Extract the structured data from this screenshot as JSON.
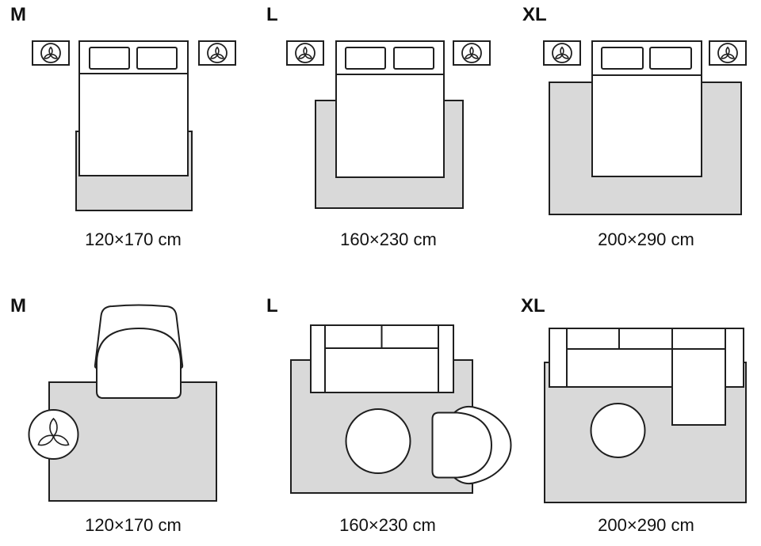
{
  "diagram": {
    "type": "rug-size-guide",
    "rows": [
      {
        "name": "bedroom",
        "scene": "bed with two nightstands on rug"
      },
      {
        "name": "living-room",
        "scene": "sofa, armchair, pouf and plant on rug"
      }
    ]
  },
  "panels": [
    {
      "id": "bedroom-m",
      "row": "bedroom",
      "label": "M",
      "size": "120×170 cm"
    },
    {
      "id": "bedroom-l",
      "row": "bedroom",
      "label": "L",
      "size": "160×230 cm"
    },
    {
      "id": "bedroom-xl",
      "row": "bedroom",
      "label": "XL",
      "size": "200×290 cm"
    },
    {
      "id": "living-m",
      "row": "living-room",
      "label": "M",
      "size": "120×170 cm"
    },
    {
      "id": "living-l",
      "row": "living-room",
      "label": "L",
      "size": "160×230 cm"
    },
    {
      "id": "living-xl",
      "row": "living-room",
      "label": "XL",
      "size": "200×290 cm"
    }
  ],
  "colors": {
    "background": "#ffffff",
    "rug_fill": "#d9d9d9",
    "stroke": "#1f1f1f",
    "text": "#111111"
  }
}
